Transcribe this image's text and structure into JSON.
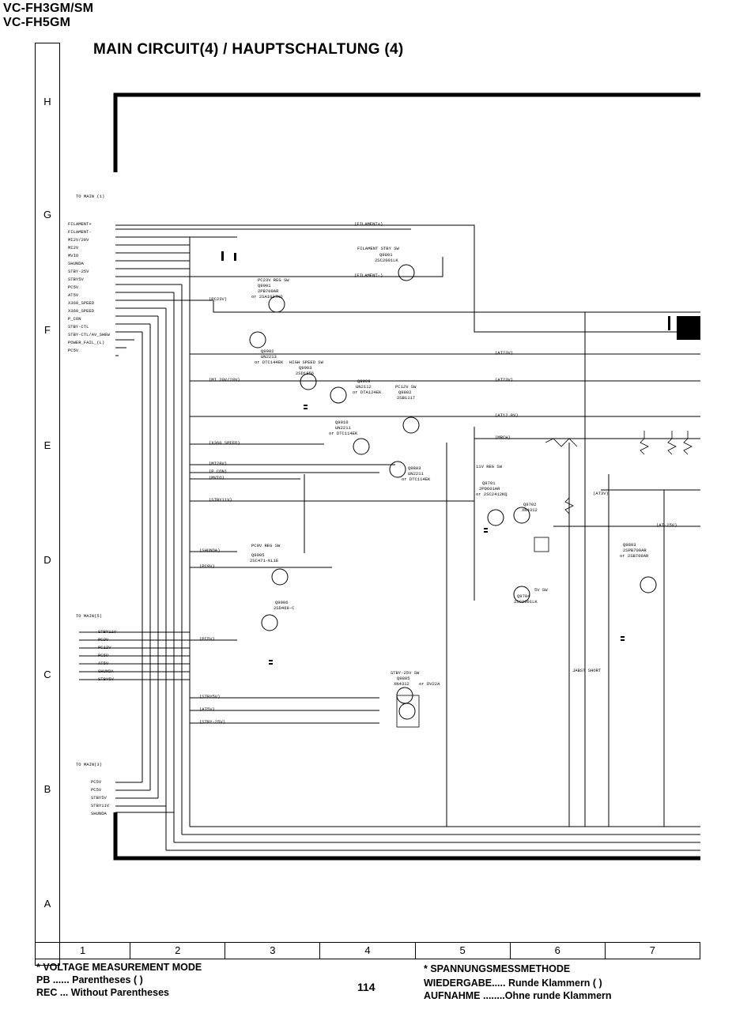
{
  "header": {
    "model_line_1": "VC-FH3GM/SM",
    "model_line_2": "VC-FH5GM",
    "title": "MAIN CIRCUIT(4) / HAUPTSCHALTUNG (4)"
  },
  "grid": {
    "rows": [
      "H",
      "G",
      "F",
      "E",
      "D",
      "C",
      "B",
      "A"
    ],
    "columns": [
      "1",
      "2",
      "3",
      "4",
      "5",
      "6",
      "7"
    ]
  },
  "schematic": {
    "connector_g": {
      "title": "TO MAIN (1)",
      "pins": [
        "FILAMENT+",
        "FILAMENT-",
        "MI2V/20V",
        "MI2V",
        "MVIO",
        "SHUNDA",
        "STBY-25V",
        "STBY5V",
        "PC5V",
        "AT5V",
        "X360_SPEED",
        "X360_SPEED",
        "P_CON",
        "STBY-CTL",
        "STBY-CTL/AV_SHEW",
        "POWER_FAIL_(L)",
        "PC5V"
      ]
    },
    "connector_c": {
      "title": "TO MAIN(5)",
      "pins": [
        "STBY11V",
        "PC9V",
        "PC12V",
        "PC5V",
        "AT5V",
        "SHUNDA",
        "STBY5V"
      ]
    },
    "connector_b": {
      "title": "TO MAIN(3)",
      "pins": [
        "PC5V",
        "PC5V",
        "STBY5V",
        "STBY11V",
        "SHUNDA"
      ]
    },
    "labels": {
      "filament_sw": "FILAMENT STBY SW",
      "q9801": "Q9801",
      "q9801_type": "2SC2001LK",
      "pc23v_reg": "PC23V REG SW",
      "q9901": "Q9901",
      "q9901_type": "2PB709AR",
      "q9901_alt": "or 2SA1037KQ",
      "q9902": "Q9902",
      "q9902_type": "UN2213",
      "q9902_alt": "or DTC144EK",
      "high_speed_sw": "HIGH SPEED SW",
      "q9903": "Q9903",
      "q9903_type": "2SD1856",
      "q9909": "Q9909",
      "q9909_type": "UN2112",
      "q9909_alt": "or DTA124EK",
      "pc12v_sw": "PC12V SW",
      "q9802": "Q9802",
      "q9802_type": "2SB1117",
      "q9910": "Q9910",
      "q9910_type": "UN2211",
      "q9910_alt": "or DTC114EK",
      "q9803": "Q9803",
      "q9803_type": "UN2211",
      "q9803_alt": "or DTC114EK",
      "v11_reg": "11V REG SW",
      "q9701": "Q9701",
      "q9701_type": "2PD601AR",
      "q9701_alt": "or 2SC2412KQ",
      "q9702": "Q9702",
      "q9702_type": "XN4312",
      "pc9v_reg": "PC9V REG SW",
      "q9905": "Q9905",
      "q9905_type": "2SC471-KL1E",
      "q9906": "Q9906",
      "q9906_type": "2SD468-C",
      "v5_sw": "5V SW",
      "q9704": "Q9704",
      "q9704_type": "2SC2001LK",
      "q9803b": "Q9803",
      "q9803b_type": "2SPB709AR",
      "q9803b_alt": "or 2SB709AR",
      "stby25v_sw": "STBY-25V SW",
      "q9805": "Q9805",
      "q9805_type": "XN4312",
      "q9805_alt": "or DV22A",
      "jumper": "JABST SHORT"
    },
    "net_labels": [
      "(FILAMENT+)",
      "(FILAMENT-)",
      "(AT23V)",
      "(AT23V)",
      "(AT12.8V)",
      "(MRCH)",
      "(AT3V)",
      "(AT-25V)",
      "(PC23V)",
      "(MI 20V/28V)",
      "(X360_SPEED)",
      "(MI28V)",
      "(P_CON)",
      "(MVIO)",
      "(STBY11V)",
      "(SHUNDA)",
      "(PC9V)",
      "(PC5V)",
      "(STBY5V)",
      "(AT5V)",
      "(STBY-25V)"
    ]
  },
  "footer": {
    "left_title": "* VOLTAGE MEASUREMENT MODE",
    "left_pb": "PB ...... Parentheses (    )",
    "left_rec": "REC ... Without Parentheses",
    "page_number": "114",
    "right_title": "* SPANNUNGSMESSMETHODE",
    "right_pb": "WIEDERGABE..... Runde Klammern (    )",
    "right_rec": "AUFNAHME ........Ohne runde Klammern"
  }
}
